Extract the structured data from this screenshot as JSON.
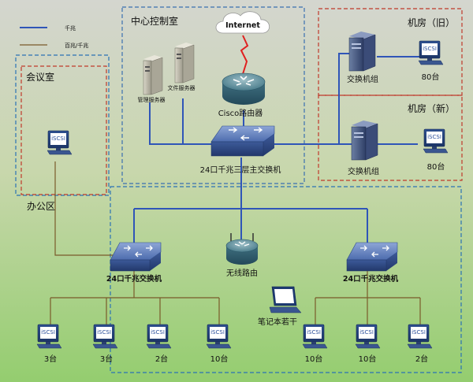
{
  "legend": {
    "gigabit": "千兆",
    "fast_gigabit": "百兆/千兆",
    "gigabit_color": "#2f55b8",
    "fast_color": "#7a5a2a"
  },
  "zones": {
    "control_room": "中心控制室",
    "meeting_room": "会议室",
    "server_room_old": "机房（旧）",
    "server_room_new": "机房（新）",
    "office_area": "办公区"
  },
  "devices": {
    "internet": "Internet",
    "router": "Cisco路由器",
    "mgmt_server": "管理服务器",
    "file_server": "文件服务器",
    "core_switch": "24口千兆三层主交换机",
    "switch_old": "交换机组",
    "switch_new": "交换机组",
    "count_old": "80台",
    "count_new": "80台",
    "wireless_router": "无线路由",
    "laptop": "笔记本若干",
    "switch_left": "24口千兆交换机",
    "switch_right": "24口千兆交换机",
    "iscsi_label": "iSCSI",
    "left_counts": [
      "3台",
      "3台",
      "2台",
      "10台"
    ],
    "right_counts": [
      "10台",
      "10台",
      "2台"
    ]
  },
  "colors": {
    "control_border": "#3a6fb0",
    "meeting_border": "#c0392b",
    "server_border": "#c0392b",
    "office_border": "#2a72b5",
    "bg_top": "#d6d8c8",
    "bg_bottom": "#9ed07a"
  }
}
